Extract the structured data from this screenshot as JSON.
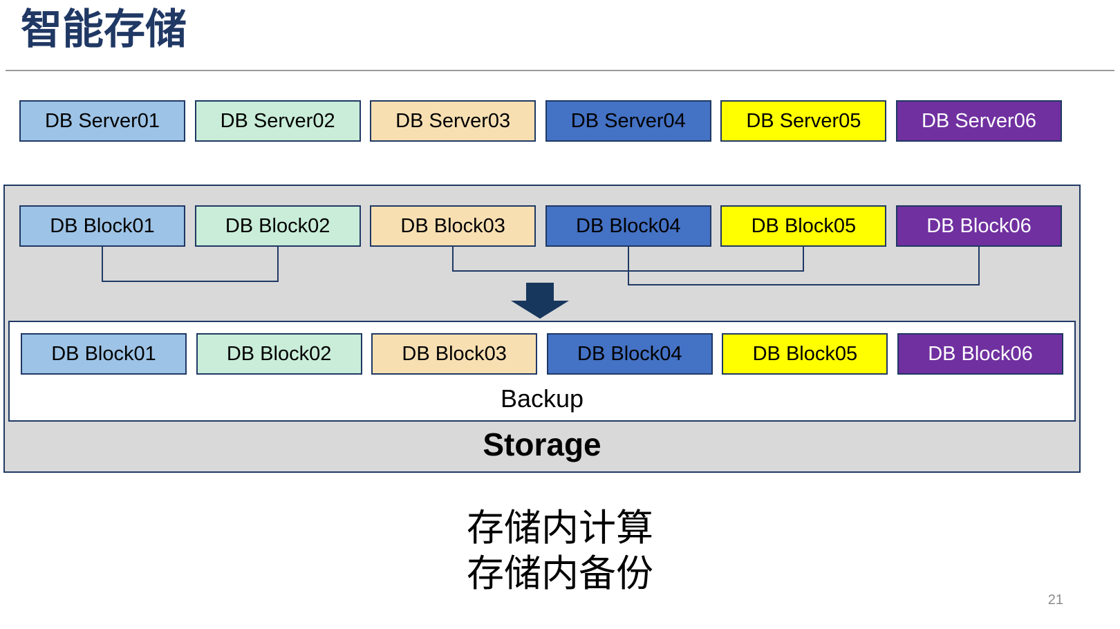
{
  "slide": {
    "title": "智能存储",
    "page_number": "21",
    "captions": [
      "存储内计算",
      "存储内备份"
    ]
  },
  "colors": {
    "navy": "#1F3864",
    "title": "#203864",
    "arrow": "#17375D",
    "gray-fill": "#D9D9D9",
    "divider": "#9A9A9A"
  },
  "servers": [
    {
      "label": "DB Server01",
      "bg": "#9DC3E6",
      "fg": "#000000"
    },
    {
      "label": "DB Server02",
      "bg": "#C9EDD8",
      "fg": "#000000"
    },
    {
      "label": "DB Server03",
      "bg": "#F7DFB2",
      "fg": "#000000"
    },
    {
      "label": "DB Server04",
      "bg": "#4472C4",
      "fg": "#000000"
    },
    {
      "label": "DB Server05",
      "bg": "#FFFF00",
      "fg": "#000000"
    },
    {
      "label": "DB Server06",
      "bg": "#7030A0",
      "fg": "#FFFFFF"
    }
  ],
  "storage": {
    "label": "Storage",
    "blocks": [
      {
        "label": "DB Block01",
        "bg": "#9DC3E6",
        "fg": "#000000"
      },
      {
        "label": "DB Block02",
        "bg": "#C9EDD8",
        "fg": "#000000"
      },
      {
        "label": "DB Block03",
        "bg": "#F7DFB2",
        "fg": "#000000"
      },
      {
        "label": "DB Block04",
        "bg": "#4472C4",
        "fg": "#000000"
      },
      {
        "label": "DB Block05",
        "bg": "#FFFF00",
        "fg": "#000000"
      },
      {
        "label": "DB Block06",
        "bg": "#7030A0",
        "fg": "#FFFFFF"
      }
    ],
    "backup": {
      "label": "Backup",
      "blocks": [
        {
          "label": "DB Block01",
          "bg": "#9DC3E6",
          "fg": "#000000"
        },
        {
          "label": "DB Block02",
          "bg": "#C9EDD8",
          "fg": "#000000"
        },
        {
          "label": "DB Block03",
          "bg": "#F7DFB2",
          "fg": "#000000"
        },
        {
          "label": "DB Block04",
          "bg": "#4472C4",
          "fg": "#000000"
        },
        {
          "label": "DB Block05",
          "bg": "#FFFF00",
          "fg": "#000000"
        },
        {
          "label": "DB Block06",
          "bg": "#7030A0",
          "fg": "#FFFFFF"
        }
      ]
    }
  }
}
